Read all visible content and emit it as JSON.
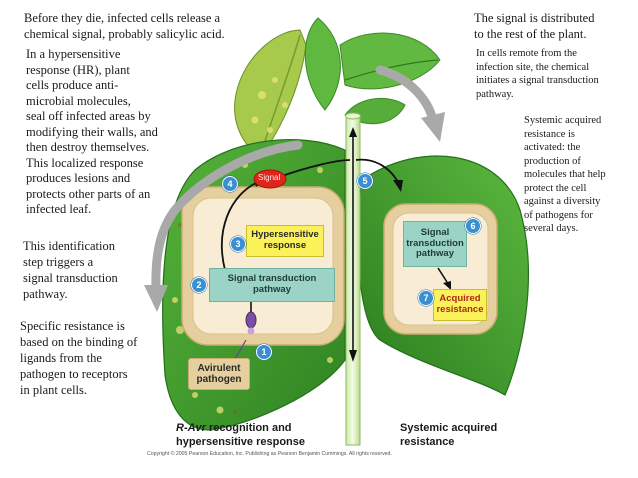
{
  "left_text": {
    "p1": "Before they die, infected cells release a\nchemical signal, probably salicylic acid.",
    "p2": "In a hypersensitive\nresponse (HR), plant\ncells produce anti-\nmicrobial molecules,\nseal off infected areas by\nmodifying their walls, and\nthen destroy themselves.\nThis localized response\nproduces lesions and\nprotects other parts of an\ninfected leaf.",
    "p3": "This identification\nstep triggers a\nsignal transduction\npathway.",
    "p4": "Specific resistance is\nbased on the binding of\nligands  from the\npathogen     to receptors\nin       plant cells."
  },
  "right_text": {
    "p1": "The signal is      distributed\nto the  rest of the plant.",
    "p2": "In cells remote from  the\ninfection site, the chemical\ninitiates a signal transduction\npathway.",
    "p3": "Systemic acquired\nresistance is\nactivated: the\nproduction of\nmolecules that help\nprotect the cell\nagainst a diversity\nof pathogens for\nseveral days."
  },
  "diagram": {
    "signal": "Signal",
    "hypersensitive_response": "Hypersensitive\nresponse",
    "signal_transduction_left": "Signal transduction\npathway",
    "signal_transduction_right": "Signal\ntransduction\npathway",
    "acquired_resistance": "Acquired\nresistance",
    "avirulent_pathogen": "Avirulent\npathogen",
    "steps": [
      "1",
      "2",
      "3",
      "4",
      "5",
      "6",
      "7"
    ]
  },
  "captions": {
    "left_italic": "R-Avr",
    "left_rest": " recognition and\nhypersensitive response",
    "right": "Systemic acquired\nresistance",
    "copyright": "Copyright © 2005 Pearson Education, Inc. Publishing as Pearson Benjamin Cummings. All rights reserved."
  },
  "colors": {
    "leaf": "#3f9a2c",
    "leaf_dark": "#2c7a1f",
    "cell_wall": "#e6cf9e",
    "cell_inner": "#f8edd4",
    "box_teal": "#9bd3c6",
    "box_yellow": "#fbf25a",
    "signal_red": "#e0261b",
    "step_blue": "#3a8fd0",
    "arrow_gray": "#a9a9a9"
  }
}
